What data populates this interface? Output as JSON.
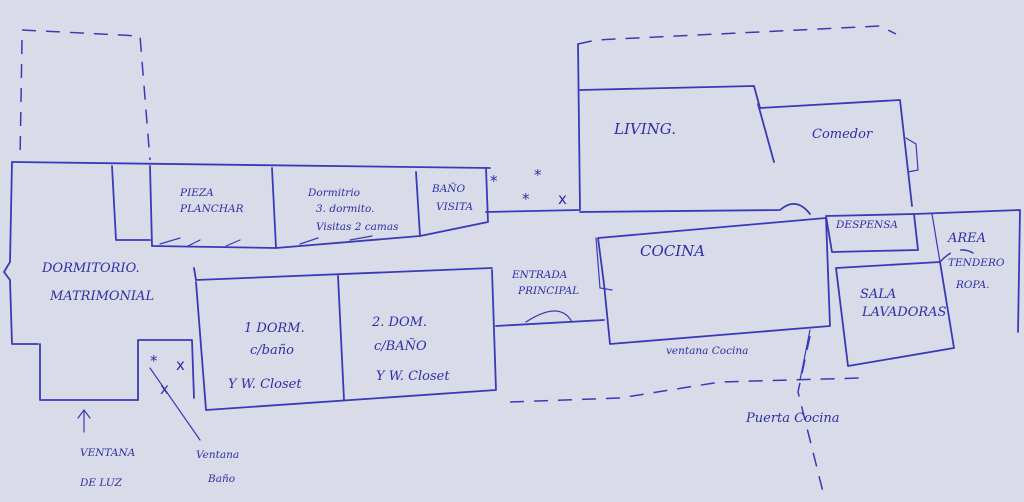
{
  "labels": {
    "pieza_planchar": [
      "PIEZA",
      "PLANCHAR"
    ],
    "dormitorio_visitas": [
      "Dormitrio",
      "3. dormito.",
      "Visitas 2 camas"
    ],
    "bano_visita": [
      "BAÑO",
      "VISITA"
    ],
    "living": "LIVING.",
    "comedor": "Comedor",
    "dormitorio_matrimonial": [
      "DORMITORIO.",
      "MATRIMONIAL"
    ],
    "entrada_principal": [
      "ENTRADA",
      "PRINCIPAL"
    ],
    "cocina": "COCINA",
    "despensa": "DESPENSA",
    "area_tendedero": [
      "AREA",
      "TENDERO",
      "ROPA."
    ],
    "sala_lavadoras": [
      "SALA",
      "LAVADORAS"
    ],
    "dorm_1": [
      "1 DORM.",
      "c/baño",
      "Y W. Closet"
    ],
    "dorm_2": [
      "2. DOM.",
      "c/BAÑO",
      "Y W. Closet"
    ],
    "ventana_cocina": "ventana Cocina",
    "puerta_cocina": "Puerta Cocina",
    "ventana_luz": [
      "VENTANA",
      "DE LUZ"
    ],
    "ventana_bano": [
      "Ventana",
      "Baño"
    ]
  },
  "symbols": {
    "star": "*",
    "cross": "x"
  }
}
